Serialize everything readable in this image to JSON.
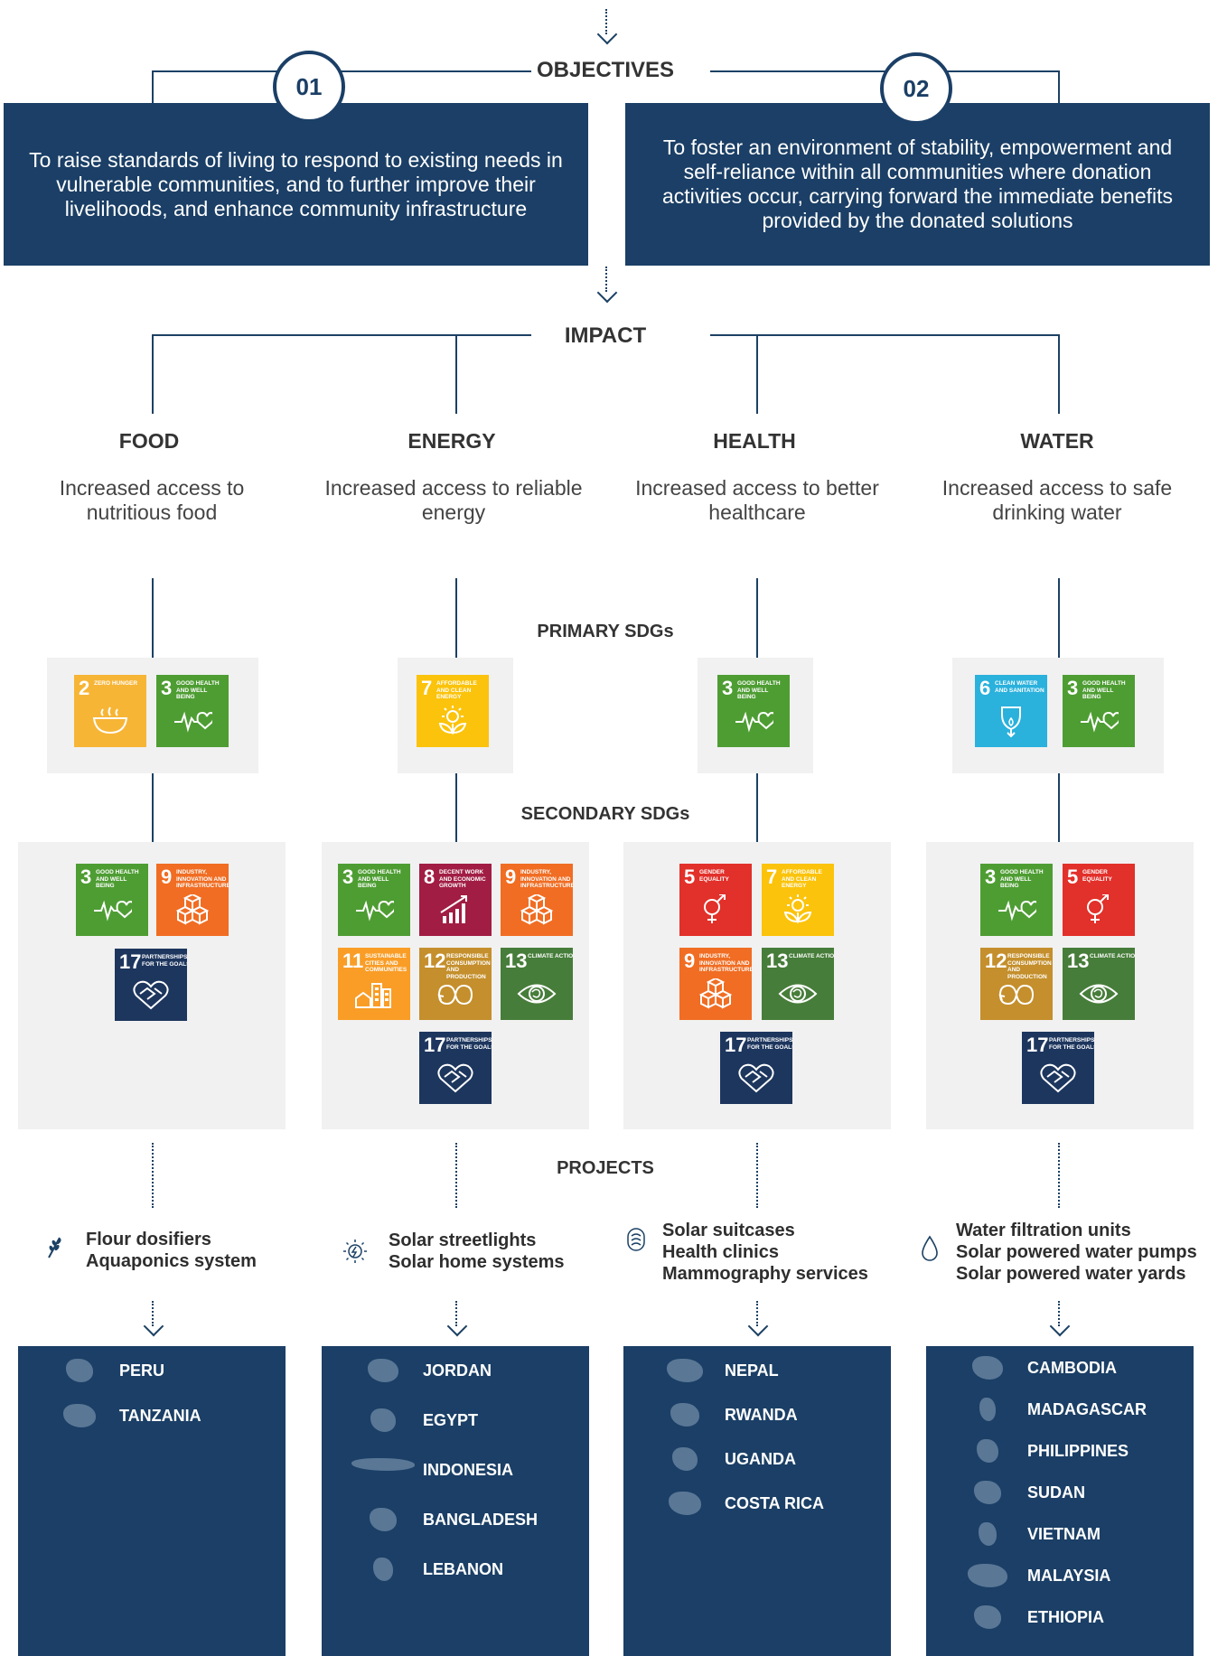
{
  "objectives": {
    "title": "OBJECTIVES",
    "items": [
      {
        "number": "01",
        "text": "To raise standards of living to respond to existing needs in vulnerable communities, and to further improve their livelihoods, and enhance community infrastructure"
      },
      {
        "number": "02",
        "text": "To foster an environment of stability, empowerment and self-reliance within all communities where donation activities occur, carrying forward the immediate benefits provided by the donated solutions"
      }
    ]
  },
  "impact": {
    "title": "IMPACT",
    "areas": [
      {
        "name": "FOOD",
        "description": "Increased access to nutritious food"
      },
      {
        "name": "ENERGY",
        "description": "Increased access to reliable energy"
      },
      {
        "name": "HEALTH",
        "description": "Increased access to better healthcare"
      },
      {
        "name": "WATER",
        "description": "Increased access to safe drinking water"
      }
    ]
  },
  "primary_sdgs_label": "PRIMARY SDGs",
  "secondary_sdgs_label": "SECONDARY SDGs",
  "projects_label": "PROJECTS",
  "sdg_defs": {
    "2": {
      "num": "2",
      "title": "ZERO HUNGER",
      "color": "#f7b536",
      "icon": "bowl-icon"
    },
    "3": {
      "num": "3",
      "title": "GOOD HEALTH AND WELL BEING",
      "color": "#4e9d33",
      "icon": "heartbeat-icon"
    },
    "5": {
      "num": "5",
      "title": "GENDER EQUALITY",
      "color": "#e2302a",
      "icon": "gender-icon"
    },
    "6": {
      "num": "6",
      "title": "CLEAN WATER AND SANITATION",
      "color": "#2ab1dc",
      "icon": "water-drop-icon"
    },
    "7": {
      "num": "7",
      "title": "AFFORDABLE AND CLEAN ENERGY",
      "color": "#fbc30b",
      "icon": "sun-icon"
    },
    "8": {
      "num": "8",
      "title": "DECENT WORK AND ECONOMIC GROWTH",
      "color": "#a11d44",
      "icon": "growth-chart-icon"
    },
    "9": {
      "num": "9",
      "title": "INDUSTRY, INNOVATION AND INFRASTRUCTURE",
      "color": "#f06d23",
      "icon": "cubes-icon"
    },
    "11": {
      "num": "11",
      "title": "SUSTAINABLE CITIES AND COMMUNITIES",
      "color": "#f99d26",
      "icon": "city-icon"
    },
    "12": {
      "num": "12",
      "title": "RESPONSIBLE CONSUMPTION AND PRODUCTION",
      "color": "#c48f2c",
      "icon": "infinity-icon"
    },
    "13": {
      "num": "13",
      "title": "CLIMATE ACTION",
      "color": "#477d3a",
      "icon": "eye-icon"
    },
    "17": {
      "num": "17",
      "title": "PARTNERSHIPS FOR THE GOALS",
      "color": "#1d365e",
      "icon": "handshake-icon"
    }
  },
  "columns": [
    {
      "primary": [
        "2",
        "3"
      ],
      "secondary": [
        "3",
        "9",
        "17"
      ],
      "project_icon": "wheat-icon",
      "projects": [
        "Flour dosifiers",
        "Aquaponics system"
      ],
      "countries": [
        "PERU",
        "TANZANIA"
      ]
    },
    {
      "primary": [
        "7"
      ],
      "secondary": [
        "3",
        "8",
        "9",
        "11",
        "12",
        "13",
        "17"
      ],
      "project_icon": "solar-icon",
      "projects": [
        "Solar streetlights",
        "Solar home systems"
      ],
      "countries": [
        "JORDAN",
        "EGYPT",
        "INDONESIA",
        "BANGLADESH",
        "LEBANON"
      ]
    },
    {
      "primary": [
        "3"
      ],
      "secondary": [
        "5",
        "7",
        "9",
        "13",
        "17"
      ],
      "project_icon": "medical-bag-icon",
      "projects": [
        "Solar suitcases",
        "Health clinics",
        "Mammography services"
      ],
      "countries": [
        "NEPAL",
        "RWANDA",
        "UGANDA",
        "COSTA RICA"
      ]
    },
    {
      "primary": [
        "6",
        "3"
      ],
      "secondary": [
        "3",
        "5",
        "12",
        "13",
        "17"
      ],
      "project_icon": "water-drop-outline-icon",
      "projects": [
        "Water filtration units",
        "Solar powered water pumps",
        "Solar powered water yards"
      ],
      "countries": [
        "CAMBODIA",
        "MADAGASCAR",
        "PHILIPPINES",
        "SUDAN",
        "VIETNAM",
        "MALAYSIA",
        "ETHIOPIA"
      ]
    }
  ]
}
